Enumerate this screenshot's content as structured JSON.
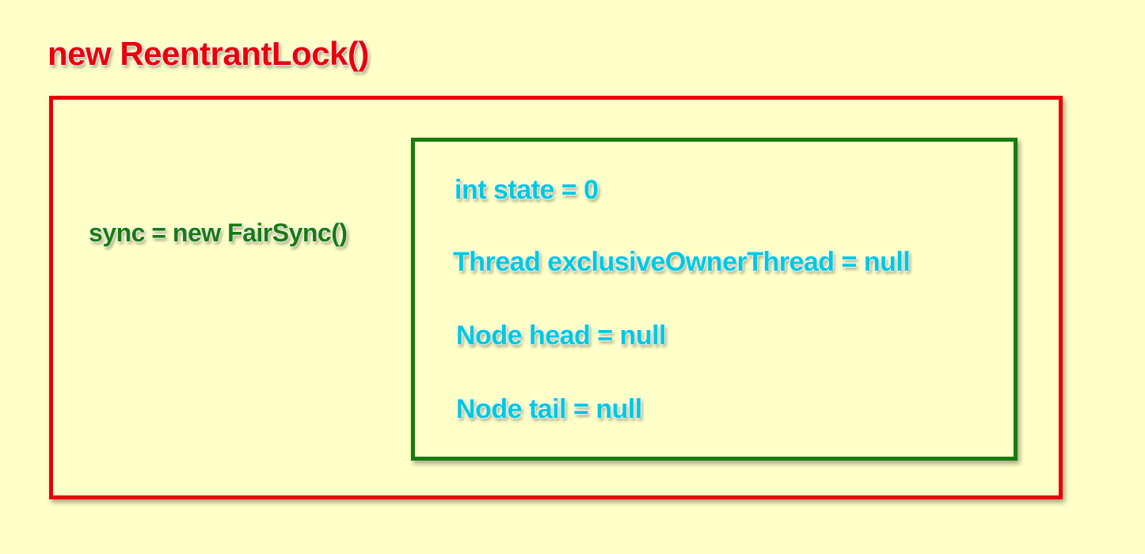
{
  "title": "new ReentrantLock()",
  "sync_label": "sync = new FairSync()",
  "fields": [
    "int state = 0",
    "Thread exclusiveOwnerThread = null",
    "Node head = null",
    "Node tail = null"
  ],
  "colors": {
    "background": "#ffffc8",
    "outer": "#e8000b",
    "inner": "#1a7a12",
    "field_text": "#00c8e0"
  }
}
